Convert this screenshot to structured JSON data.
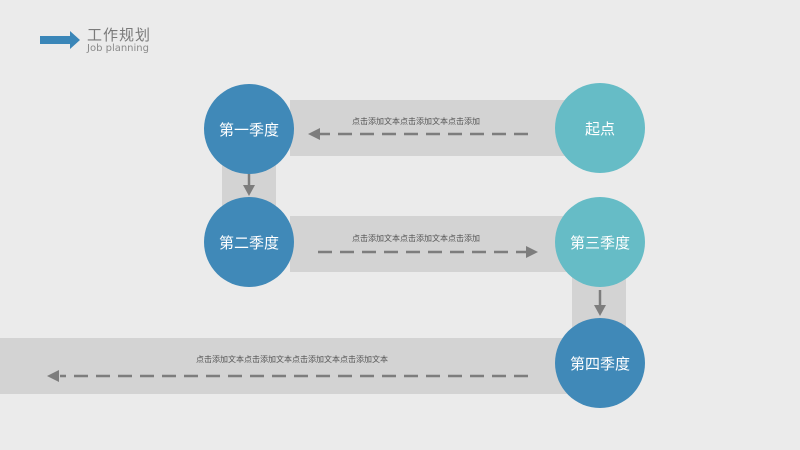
{
  "header": {
    "title": "工作规划",
    "subtitle": "Job planning",
    "arrow_icon": "right-arrow-icon",
    "accent_color": "#3a86b8"
  },
  "nodes": {
    "start": "起点",
    "q1": "第一季度",
    "q2": "第二季度",
    "q3": "第三季度",
    "q4": "第四季度"
  },
  "bands": {
    "top": "点击添加文本点击添加文本点击添加",
    "middle": "点击添加文本点击添加文本点击添加",
    "bottom": "点击添加文本点击添加文本点击添加文本点击添加文本"
  },
  "colors": {
    "dark_blue": "#4089b8",
    "teal": "#66bcc6",
    "band_gray": "#d3d3d3",
    "background": "#ebebeb"
  }
}
